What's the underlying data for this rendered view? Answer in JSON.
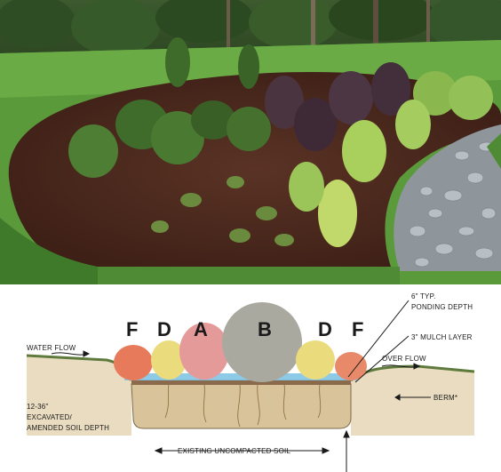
{
  "photo": {
    "subject": "rain garden photo",
    "colors": {
      "mulch": "#4a2a1e",
      "lawn": "#4f8a34",
      "stones": "#9aa3aa",
      "trees": "#27401f"
    }
  },
  "diagram": {
    "zones": [
      {
        "label": "F"
      },
      {
        "label": "D"
      },
      {
        "label": "A"
      },
      {
        "label": "B"
      },
      {
        "label": "D"
      },
      {
        "label": "F"
      }
    ],
    "labels": {
      "water_flow": "WATER FLOW",
      "ponding_line1": "6\" TYP.",
      "ponding_line2": "PONDING DEPTH",
      "mulch": "3\" MULCH LAYER",
      "over_flow": "OVER FLOW",
      "berm": "BERM*",
      "depth_line1": "12-36\"",
      "depth_line2": "EXCAVATED/",
      "depth_line3": "AMENDED SOIL DEPTH",
      "subsoil": "EXISTING UNCOMPACTED SOIL"
    },
    "colors": {
      "water": "#7fc4e6",
      "soil": "#d9c39a",
      "shrub_red": "#e87a5c",
      "shrub_gray": "#a9a9a0",
      "shrub_yellow": "#eadc7c"
    }
  }
}
